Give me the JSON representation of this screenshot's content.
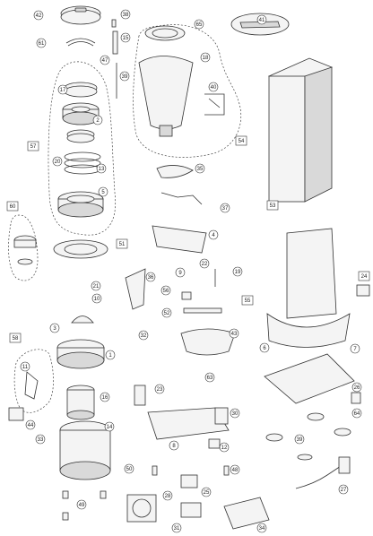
{
  "callouts": [
    {
      "id": "c42",
      "label": "42",
      "shape": "circle"
    },
    {
      "id": "c61",
      "label": "61",
      "shape": "circle"
    },
    {
      "id": "c38",
      "label": "38",
      "shape": "circle"
    },
    {
      "id": "c15",
      "label": "15",
      "shape": "circle"
    },
    {
      "id": "c65",
      "label": "65",
      "shape": "circle"
    },
    {
      "id": "c41",
      "label": "41",
      "shape": "circle"
    },
    {
      "id": "c18",
      "label": "18",
      "shape": "circle"
    },
    {
      "id": "c47",
      "label": "47",
      "shape": "circle"
    },
    {
      "id": "c39",
      "label": "39",
      "shape": "circle"
    },
    {
      "id": "c17",
      "label": "17",
      "shape": "circle"
    },
    {
      "id": "c40",
      "label": "40",
      "shape": "circle"
    },
    {
      "id": "c2",
      "label": "2",
      "shape": "circle"
    },
    {
      "id": "c57",
      "label": "57",
      "shape": "box"
    },
    {
      "id": "c20",
      "label": "20",
      "shape": "circle"
    },
    {
      "id": "c13",
      "label": "13",
      "shape": "circle"
    },
    {
      "id": "c5",
      "label": "5",
      "shape": "circle"
    },
    {
      "id": "c54",
      "label": "54",
      "shape": "box"
    },
    {
      "id": "c35",
      "label": "35",
      "shape": "circle"
    },
    {
      "id": "c53",
      "label": "53",
      "shape": "box"
    },
    {
      "id": "c60",
      "label": "60",
      "shape": "box"
    },
    {
      "id": "c37",
      "label": "37",
      "shape": "circle"
    },
    {
      "id": "c4",
      "label": "4",
      "shape": "circle"
    },
    {
      "id": "c51",
      "label": "51",
      "shape": "box"
    },
    {
      "id": "c22",
      "label": "22",
      "shape": "circle"
    },
    {
      "id": "c9",
      "label": "9",
      "shape": "circle"
    },
    {
      "id": "c19",
      "label": "19",
      "shape": "circle"
    },
    {
      "id": "c36",
      "label": "36",
      "shape": "circle"
    },
    {
      "id": "c21",
      "label": "21",
      "shape": "circle"
    },
    {
      "id": "c56",
      "label": "56",
      "shape": "circle"
    },
    {
      "id": "c55",
      "label": "55",
      "shape": "box"
    },
    {
      "id": "c24",
      "label": "24",
      "shape": "box"
    },
    {
      "id": "c52",
      "label": "52",
      "shape": "circle"
    },
    {
      "id": "c10",
      "label": "10",
      "shape": "circle"
    },
    {
      "id": "c3",
      "label": "3",
      "shape": "circle"
    },
    {
      "id": "c32",
      "label": "32",
      "shape": "circle"
    },
    {
      "id": "c43",
      "label": "43",
      "shape": "circle"
    },
    {
      "id": "c58",
      "label": "58",
      "shape": "box"
    },
    {
      "id": "c1",
      "label": "1",
      "shape": "circle"
    },
    {
      "id": "c6",
      "label": "6",
      "shape": "circle"
    },
    {
      "id": "c7",
      "label": "7",
      "shape": "circle"
    },
    {
      "id": "c11",
      "label": "11",
      "shape": "circle"
    },
    {
      "id": "c63",
      "label": "63",
      "shape": "circle"
    },
    {
      "id": "c16",
      "label": "16",
      "shape": "circle"
    },
    {
      "id": "c23",
      "label": "23",
      "shape": "circle"
    },
    {
      "id": "c26",
      "label": "26",
      "shape": "circle"
    },
    {
      "id": "c44",
      "label": "44",
      "shape": "circle"
    },
    {
      "id": "c33",
      "label": "33",
      "shape": "circle"
    },
    {
      "id": "c14",
      "label": "14",
      "shape": "circle"
    },
    {
      "id": "c30",
      "label": "30",
      "shape": "circle"
    },
    {
      "id": "c8",
      "label": "8",
      "shape": "circle"
    },
    {
      "id": "c12",
      "label": "12",
      "shape": "circle"
    },
    {
      "id": "c64",
      "label": "64",
      "shape": "circle"
    },
    {
      "id": "c39b",
      "label": "39",
      "shape": "circle"
    },
    {
      "id": "c50",
      "label": "50",
      "shape": "circle"
    },
    {
      "id": "c48",
      "label": "48",
      "shape": "circle"
    },
    {
      "id": "c28",
      "label": "28",
      "shape": "circle"
    },
    {
      "id": "c25",
      "label": "25",
      "shape": "circle"
    },
    {
      "id": "c49",
      "label": "49",
      "shape": "circle"
    },
    {
      "id": "c31",
      "label": "31",
      "shape": "circle"
    },
    {
      "id": "c34",
      "label": "34",
      "shape": "circle"
    },
    {
      "id": "c27",
      "label": "27",
      "shape": "circle"
    }
  ]
}
